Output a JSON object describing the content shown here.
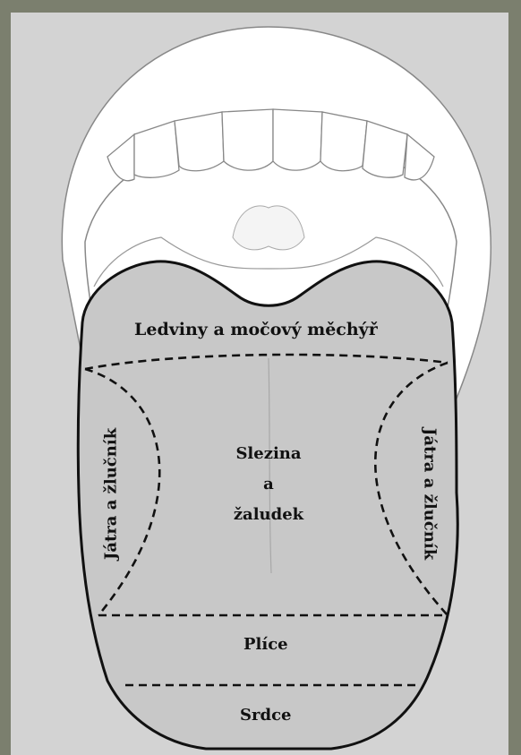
{
  "diagram": {
    "zones": {
      "kidneys_bladder": "Ledviny a močový měchýř",
      "spleen_stomach": [
        "Slezina",
        "a",
        "žaludek"
      ],
      "liver_gallbladder_left": "Játra a žlučník",
      "liver_gallbladder_right": "Játra a žlučník",
      "lungs": "Plíce",
      "heart": "Srdce"
    },
    "colors": {
      "background": "#7b7f6e",
      "panel": "#d3d3d3",
      "tongue": "#c8c8c8",
      "outline": "#111111"
    }
  }
}
